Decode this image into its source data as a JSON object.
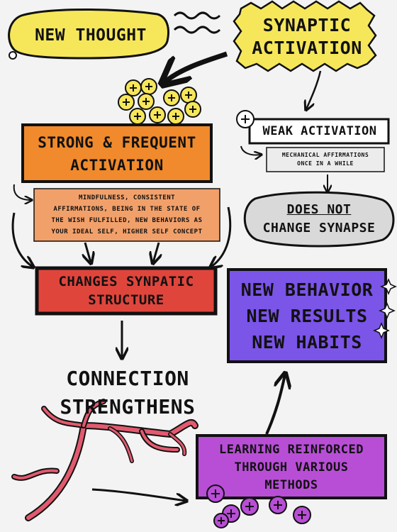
{
  "new_thought": "NEW THOUGHT",
  "synaptic_activation": [
    "SYNAPTIC",
    "ACTIVATION"
  ],
  "strong_frequent": [
    "STRONG & FREQUENT",
    "ACTIVATION"
  ],
  "strong_details": [
    "MINDFULNESS, CONSISTENT",
    "AFFIRMATIONS, BEING IN THE STATE OF",
    "THE WISH FULFILLED, NEW BEHAVIORS AS",
    "YOUR IDEAL SELF, HIGHER SELF CONCEPT"
  ],
  "weak_activation": "WEAK ACTIVATION",
  "weak_details": [
    "MECHANICAL AFFIRMATIONS",
    "ONCE IN A WHILE"
  ],
  "does_not_change": [
    "DOES NOT",
    "CHANGE SYNAPSE"
  ],
  "changes_structure": [
    "CHANGES SYNPATIC",
    "STRUCTURE"
  ],
  "connection": [
    "CONNECTION",
    "STRENGTHENS"
  ],
  "new_behavior": [
    "NEW BEHAVIOR",
    "NEW RESULTS",
    "NEW HABITS"
  ],
  "learning": [
    "LEARNING REINFORCED",
    "THROUGH VARIOUS",
    "METHODS"
  ],
  "colors": {
    "yellow": "#f6e75a",
    "orange": "#f08a2c",
    "salmon": "#f2a06a",
    "red": "#e0453c",
    "purple_blue": "#7b54e8",
    "purple_pink": "#b84ed6",
    "gray": "#d9d9d9",
    "neuron": "#e25a6f"
  }
}
